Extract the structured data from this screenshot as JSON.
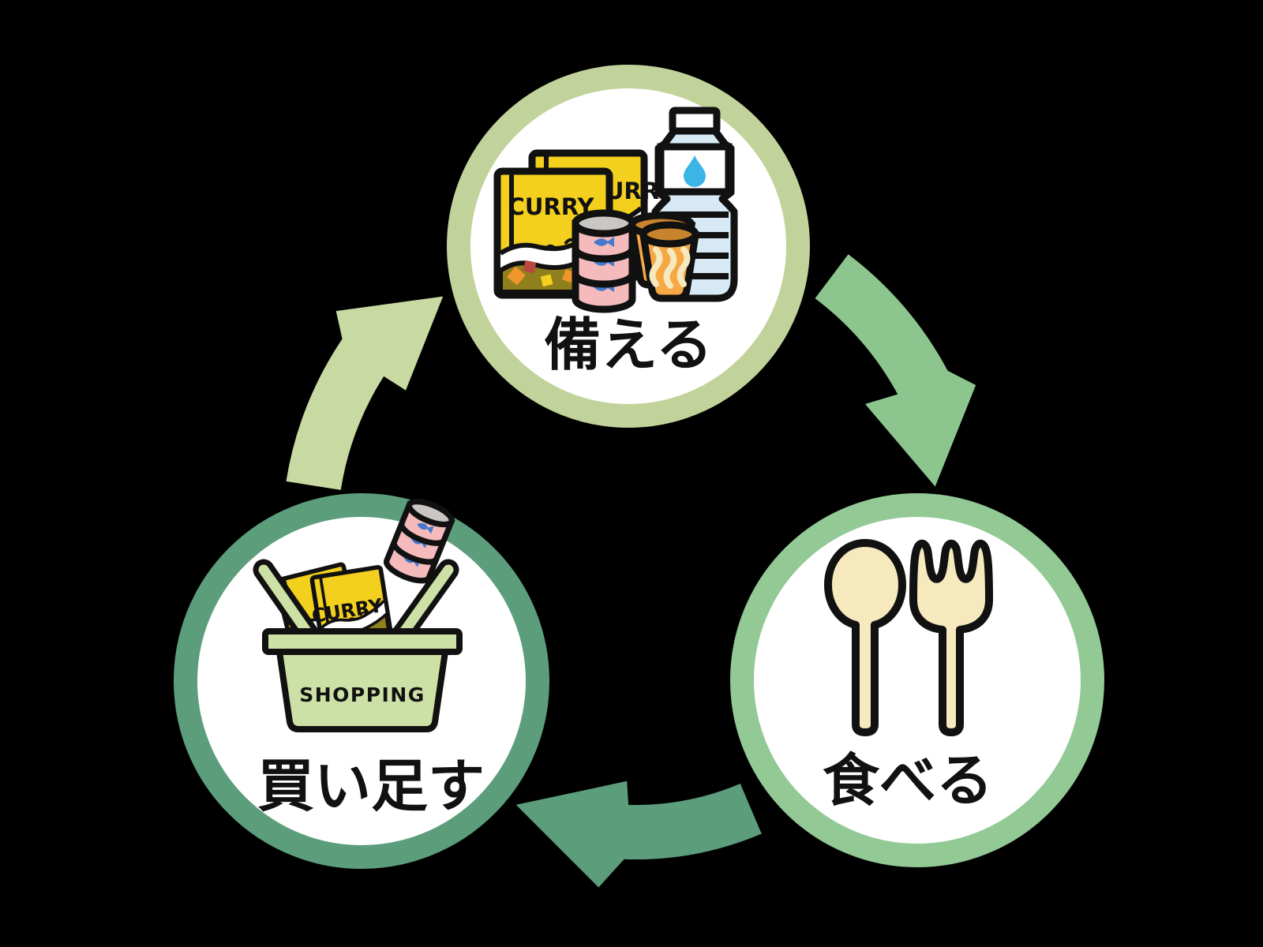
{
  "background": "#000000",
  "cycle": {
    "description_icons": [
      "emergency-food-stock-icon",
      "spoon-fork-icon",
      "shopping-basket-icon"
    ],
    "nodes": [
      {
        "id": "prepare",
        "label": "備える",
        "icon": "emergency-food-stock-icon",
        "ring_color": "#c1d39a",
        "fill": "#ffffff"
      },
      {
        "id": "eat",
        "label": "食べる",
        "icon": "spoon-fork-icon",
        "ring_color": "#92c995",
        "fill": "#ffffff"
      },
      {
        "id": "buy",
        "label": "買い足す",
        "icon": "shopping-basket-icon",
        "ring_color": "#5c9d7b",
        "fill": "#ffffff"
      }
    ],
    "arrows": [
      {
        "from": "prepare",
        "to": "eat",
        "color": "#8cc68e"
      },
      {
        "from": "eat",
        "to": "buy",
        "color": "#5c9d7b"
      },
      {
        "from": "buy",
        "to": "prepare",
        "color": "#c8daa2"
      }
    ]
  },
  "labels": {
    "curry": "CURRY",
    "shopping": "SHOPPING"
  },
  "palette": {
    "box_yellow": "#f3d01e",
    "can_pink": "#f4babc",
    "fish_blue": "#4479cc",
    "lid_gray": "#c9c6c4",
    "cup_orange": "#f5a843",
    "cup_brown": "#c8832d",
    "cream": "#f5e9bd",
    "bottle_blue": "#d6e9f4",
    "drop_blue": "#3cb4e5",
    "basket_green": "#cde0a5",
    "sauce_olive": "#8f7f1d",
    "cube_orange": "#f0952c",
    "cube_red": "#b8473f",
    "outline": "#111111",
    "text_dark": "#111111",
    "white": "#ffffff"
  }
}
